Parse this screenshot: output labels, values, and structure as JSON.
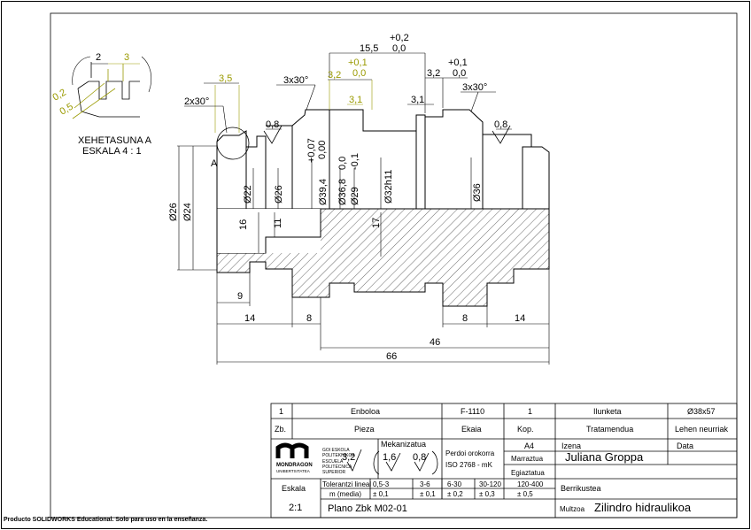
{
  "detail": {
    "title": "XEHETASUNA A",
    "scale": "ESKALA 4 : 1",
    "dim_2": "2",
    "dim_3": "3",
    "dim_r02": "0,2",
    "dim_r05": "0,5",
    "ref": "A"
  },
  "dims": {
    "d35": "3,5",
    "c2x30": "2x30°",
    "c3x30a": "3x30°",
    "d32": "3,2",
    "tol01a_u": "+0,1",
    "tol01a_l": "0,0",
    "d155": "15,5",
    "tol02_u": "+0,2",
    "tol02_l": "0,0",
    "d32b": "3,2",
    "tol01b_u": "+0,1",
    "tol01b_l": "0,0",
    "c3x30b": "3x30°",
    "d31a": "3,1",
    "d31b": "3,1",
    "rough1": "0,8",
    "rough2": "0,8",
    "phi22": "Ø22",
    "phi26a": "Ø26",
    "phi394": "Ø39,4",
    "tol007_u": "+0,07",
    "tol007_l": "0,00",
    "phi368": "Ø36,8",
    "tol00_u": "0,0",
    "tol00_l": "-0,1",
    "phi29": "Ø29",
    "phi32": "Ø32h11",
    "phi36": "Ø36",
    "phi26b": "Ø26",
    "phi24": "Ø24",
    "v16": "16",
    "v11": "11",
    "v17": "17",
    "h9": "9",
    "h14a": "14",
    "h8a": "8",
    "h8b": "8",
    "h14b": "14",
    "h46": "46",
    "h66": "66"
  },
  "title_block": {
    "row1": {
      "num": "1",
      "name": "Enboloa",
      "code": "F-1110",
      "qty": "1",
      "treatment": "Ilunketa",
      "raw": "Ø38x57"
    },
    "row2": {
      "num": "Zb.",
      "name": "Pieza",
      "code": "Ekaia",
      "qty": "Kop.",
      "treatment": "Tratamendua",
      "raw": "Lehen neurriak"
    },
    "school": {
      "logo_word": "MONDRAGON",
      "logo_sub": "UNIBERTSITATEA",
      "line1": "GOI ESKOLA",
      "line2": "POLITEKNIKOA",
      "line3": "ESCUELA",
      "line4": "POLITÉCNICA",
      "line5": "SUPERIOR"
    },
    "machining": "Mekanizatua",
    "rough_main": "3,2",
    "rough_a": "1,6",
    "rough_b": "0,8",
    "profile_label": "Perdoi orokorra",
    "profile_std": "ISO 2768 - mK",
    "paper": "A4",
    "drawn_label": "Marraztua",
    "checked_label": "Egiaztatua",
    "name_label": "Izena",
    "date_label": "Data",
    "drawn_by": "Juliana Groppa",
    "scale_label": "Eskala",
    "scale_value": "2:1",
    "tol_label1": "Tolerantzi lineal",
    "tol_label2": "m (media)",
    "tol_ranges": [
      "0,5-3",
      "3-6",
      "6-30",
      "30-120",
      "120-400"
    ],
    "tol_values": [
      "± 0,1",
      "± 0,1",
      "± 0,2",
      "± 0,3",
      "± 0,5"
    ],
    "replaces": "Berrikustea",
    "drawing_no": "Plano Zbk  M02-01",
    "set_label": "Multzoa",
    "set_name": "Zilindro hidraulikoa"
  },
  "footer": "Producto SOLIDWORKS Educational. Solo para uso en la enseñanza."
}
